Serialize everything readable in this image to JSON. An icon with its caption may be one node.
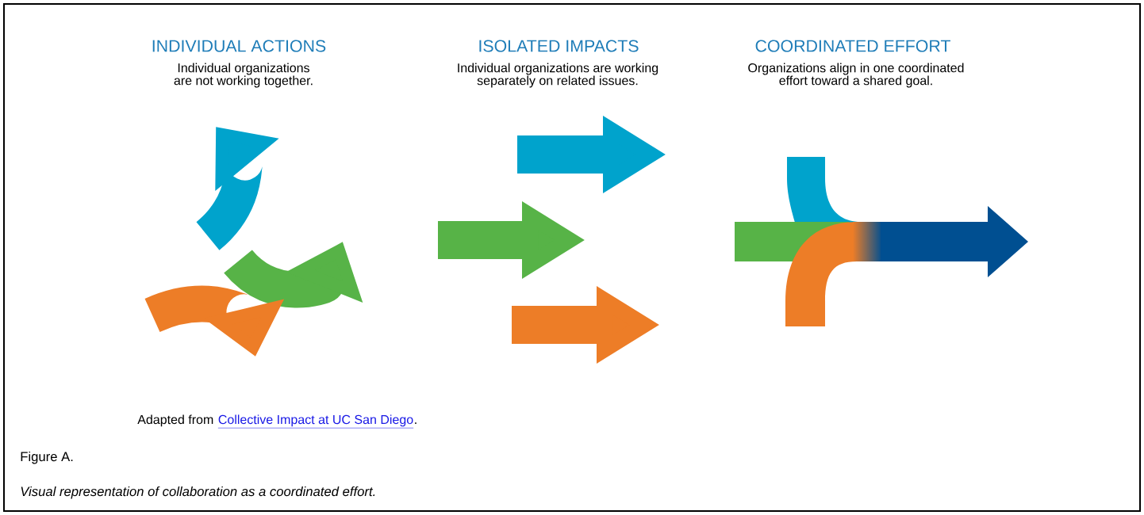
{
  "diagram": {
    "caption": "Visual representation of collaboration as a coordinated effort.",
    "labels": [
      "INDIVIDUAL ACTIONS",
      "Individual organizations are not working together.",
      "ISOLATED IMPACTS",
      "Individual organizations are working separately on related issues.",
      "COORDINATED EFFORT",
      "Organizations align in one coordinated effort toward a shared goal.",
      "Adapted from",
      "Collective Impact at UC San Diego",
      ".",
      "Figure A."
    ]
  }
}
